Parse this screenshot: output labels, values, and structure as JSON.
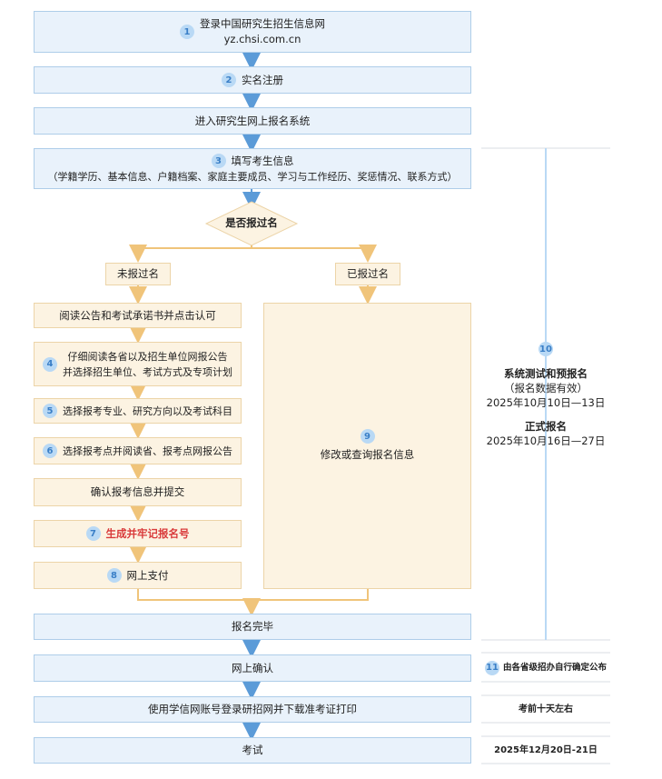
{
  "steps": {
    "s1_line1": "登录中国研究生招生信息网",
    "s1_line2": "yz.chsi.com.cn",
    "s2": "实名注册",
    "s_enter": "进入研究生网上报名系统",
    "s3_line1": "填写考生信息",
    "s3_line2": "（学籍学历、基本信息、户籍档案、家庭主要成员、学习与工作经历、奖惩情况、联系方式）",
    "decision": "是否报过名",
    "not_registered": "未报过名",
    "registered": "已报过名",
    "read_notice": "阅读公告和考试承诺书并点击认可",
    "s4_line1": "仔细阅读各省以及招生单位网报公告",
    "s4_line2": "并选择招生单位、考试方式及专项计划",
    "s5": "选择报考专业、研究方向以及考试科目",
    "s6": "选择报考点并阅读省、报考点网报公告",
    "confirm_submit": "确认报考信息并提交",
    "s7": "生成并牢记报名号",
    "s8": "网上支付",
    "s9": "修改或查询报名信息",
    "done": "报名完毕",
    "online_confirm": "网上确认",
    "print": "使用学信网账号登录研招网并下载准考证打印",
    "exam": "考试"
  },
  "numbers": [
    "1",
    "2",
    "3",
    "4",
    "5",
    "6",
    "7",
    "8",
    "9",
    "10",
    "11"
  ],
  "side": {
    "test_title": "系统测试和预报名",
    "test_note": "（报名数据有效）",
    "test_date": "2025年10月10日—13日",
    "formal_title": "正式报名",
    "formal_date": "2025年10月16日—27日",
    "confirm_note": "由各省级招办自行确定公布",
    "print_note": "考前十天左右",
    "exam_date": "2025年12月20日-21日"
  },
  "colors": {
    "blue_fill": "#e9f2fb",
    "blue_border": "#aecde9",
    "blue_arrow": "#5b9bd8",
    "peach_fill": "#fcf3e2",
    "peach_border": "#ecd4a8",
    "peach_arrow": "#f0c47a",
    "highlight": "#d93a3a"
  }
}
